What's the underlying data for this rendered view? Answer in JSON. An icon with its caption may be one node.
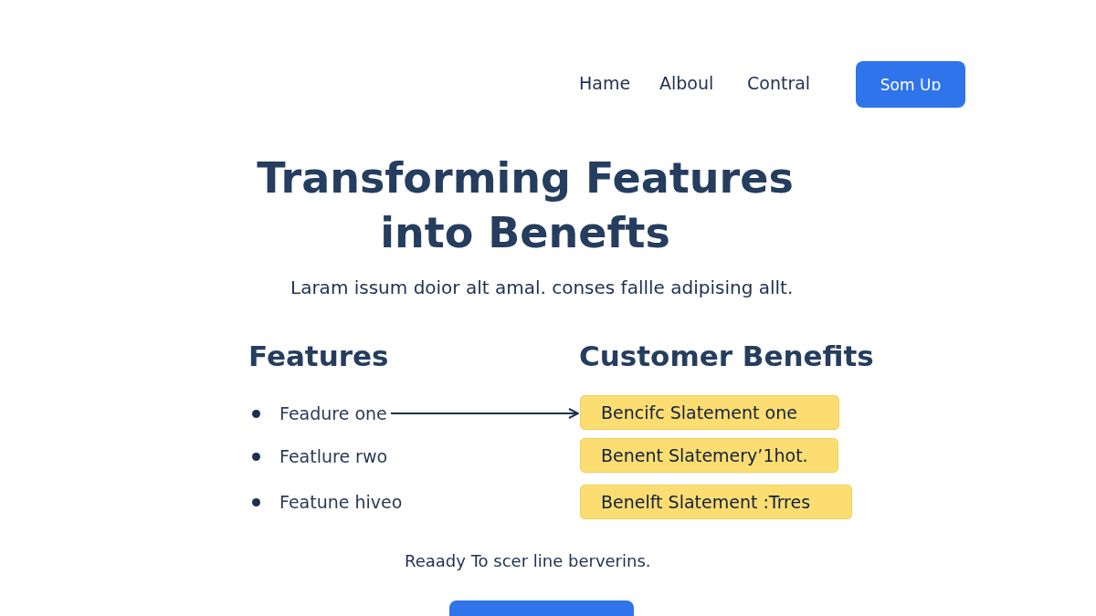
{
  "diagram": {
    "title": "Transforming Features into Benefts",
    "nodes": [
      {
        "text": [
          "Som Uɒ"
        ]
      },
      {
        "text": [
          "Feadure one"
        ]
      },
      {
        "text": [
          "Featlure rwo"
        ]
      },
      {
        "text": [
          "Featune hiveo"
        ]
      },
      {
        "text": [
          "Bencifc Slatement one"
        ]
      },
      {
        "text": [
          "Benent Slatemery’1hot."
        ]
      },
      {
        "text": [
          "Benelft Slatement :Trres"
        ]
      },
      {
        "text": [],
        "shape": "box"
      }
    ],
    "edges": [
      {
        "from": 1,
        "to": 4,
        "arrow": "to"
      }
    ],
    "labels": [
      "Hame",
      "Alboul",
      "Contral",
      "Laram issum doior alt amal. conses fallle adipising allt.",
      "Features",
      "Customer Benefits",
      "Reaady To scer line berverins."
    ]
  }
}
